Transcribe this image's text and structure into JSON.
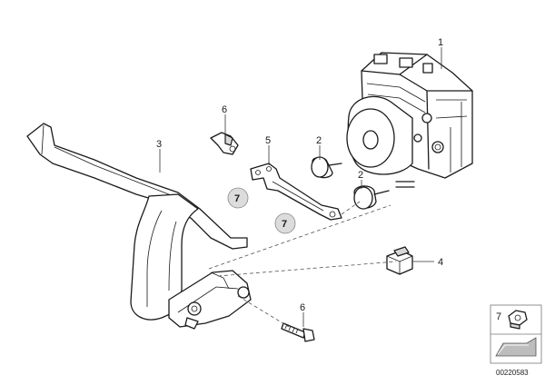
{
  "diagram": {
    "callouts": [
      {
        "id": "c1",
        "label": "1"
      },
      {
        "id": "c2a",
        "label": "2"
      },
      {
        "id": "c2b",
        "label": "2"
      },
      {
        "id": "c3",
        "label": "3"
      },
      {
        "id": "c4",
        "label": "4"
      },
      {
        "id": "c5",
        "label": "5"
      },
      {
        "id": "c6a",
        "label": "6"
      },
      {
        "id": "c6b",
        "label": "6"
      }
    ],
    "bubbles": [
      {
        "id": "b7a",
        "label": "7"
      },
      {
        "id": "b7b",
        "label": "7"
      }
    ],
    "legend": {
      "label": "7"
    },
    "document_number": "00220583"
  }
}
